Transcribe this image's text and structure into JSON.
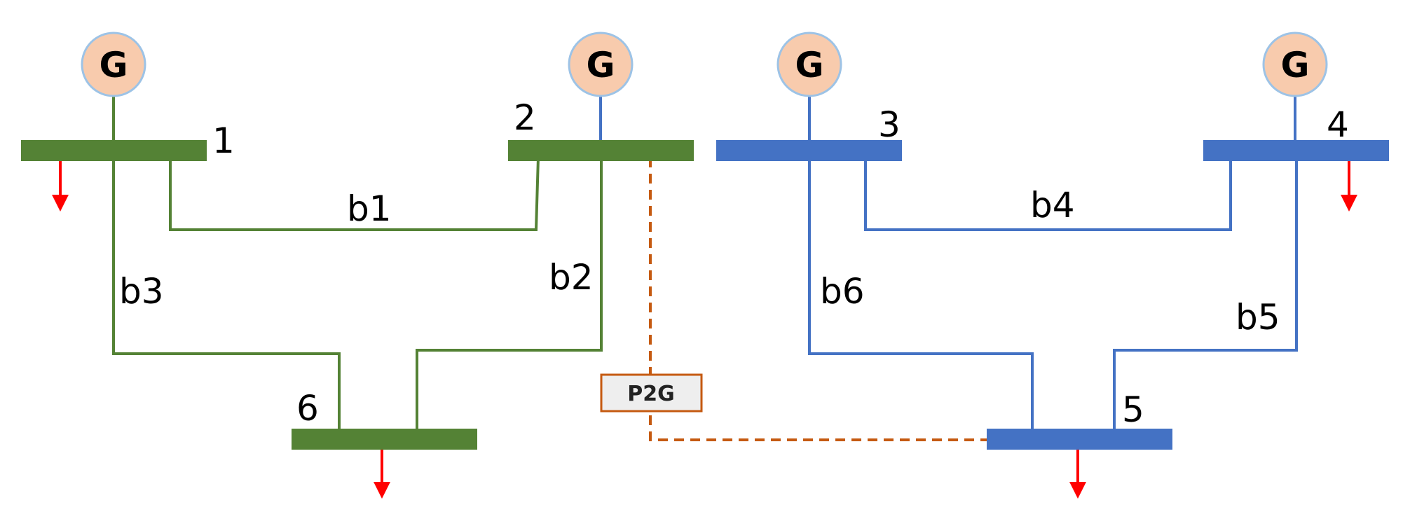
{
  "colors": {
    "green": "#548235",
    "blue": "#4472c4",
    "generator_fill": "#f8cbad",
    "generator_stroke": "#9dc3e6",
    "load_arrow": "#ff0000",
    "p2g_link": "#c55a11",
    "p2g_box_fill": "#eeeeee"
  },
  "generators": [
    {
      "label": "G"
    },
    {
      "label": "G"
    },
    {
      "label": "G"
    },
    {
      "label": "G"
    }
  ],
  "buses": [
    {
      "label": "1",
      "network": "green"
    },
    {
      "label": "2",
      "network": "green"
    },
    {
      "label": "3",
      "network": "blue"
    },
    {
      "label": "4",
      "network": "blue"
    },
    {
      "label": "5",
      "network": "blue"
    },
    {
      "label": "6",
      "network": "green"
    }
  ],
  "branches": [
    {
      "label": "b1",
      "network": "green"
    },
    {
      "label": "b2",
      "network": "green"
    },
    {
      "label": "b3",
      "network": "green"
    },
    {
      "label": "b4",
      "network": "blue"
    },
    {
      "label": "b5",
      "network": "blue"
    },
    {
      "label": "b6",
      "network": "blue"
    }
  ],
  "p2g": {
    "label": "P2G"
  }
}
